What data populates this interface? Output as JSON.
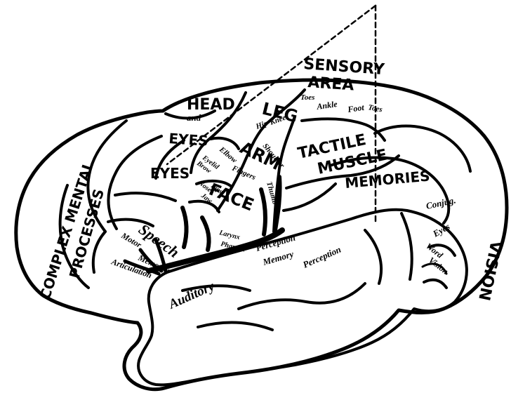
{
  "labels": {
    "sensory": "SENSORY",
    "area": "AREA",
    "head": "HEAD",
    "and": "and",
    "eyes_top": "EYES",
    "eyes_left": "EYES",
    "leg": "LEG",
    "toes_1": "Toes",
    "ankle": "Ankle",
    "foot": "Foot",
    "toes_2": "Toes",
    "hip": "Hip",
    "knee": "Knee",
    "arm": "ARM",
    "shoulder": "Shoulder",
    "elbow": "Elbow",
    "fingers": "Fingers",
    "thumb": "Thumb",
    "brow": "Brow",
    "eyelid": "Eyelid",
    "nose": "Nose",
    "lips": "Lips",
    "jaw": "Jaw",
    "face": "FACE",
    "tactile": "TACTILE",
    "muscle": "MUSCLE",
    "memories": "MEMORIES",
    "complex_mental": "COMPLEX MENTAL",
    "processes": "PROCESSES",
    "speech": "Speech",
    "motor": "Motor",
    "memories_small": "Memories",
    "articulation": "Articulation",
    "larynx": "Larynx",
    "pharynx": "Pharynx",
    "perception_1": "Perception",
    "memory": "Memory",
    "perception_2": "Perception",
    "auditory": "Auditory",
    "conjug": "Conjug.",
    "eyes_right": "Eyes",
    "word": "Word",
    "vision_small": "Vision",
    "vision": "VISION"
  }
}
